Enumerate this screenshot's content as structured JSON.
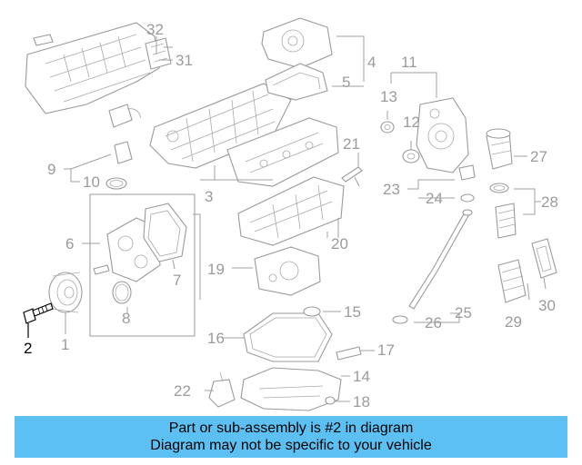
{
  "callouts": {
    "c1": "1",
    "c2": "2",
    "c3": "3",
    "c4": "4",
    "c5": "5",
    "c6": "6",
    "c7": "7",
    "c8": "8",
    "c9": "9",
    "c10": "10",
    "c11": "11",
    "c12": "12",
    "c13": "13",
    "c14": "14",
    "c15": "15",
    "c16": "16",
    "c17": "17",
    "c18": "18",
    "c19": "19",
    "c20": "20",
    "c21": "21",
    "c22": "22",
    "c23": "23",
    "c24": "24",
    "c25": "25",
    "c26": "26",
    "c27": "27",
    "c28": "28",
    "c29": "29",
    "c30": "30",
    "c31": "31",
    "c32": "32"
  },
  "highlighted_part": "2",
  "banner": {
    "line1": "Part or sub-assembly is #2 in diagram",
    "line2": "Diagram may not be specific to your vehicle",
    "color": "#5cc0f2"
  }
}
